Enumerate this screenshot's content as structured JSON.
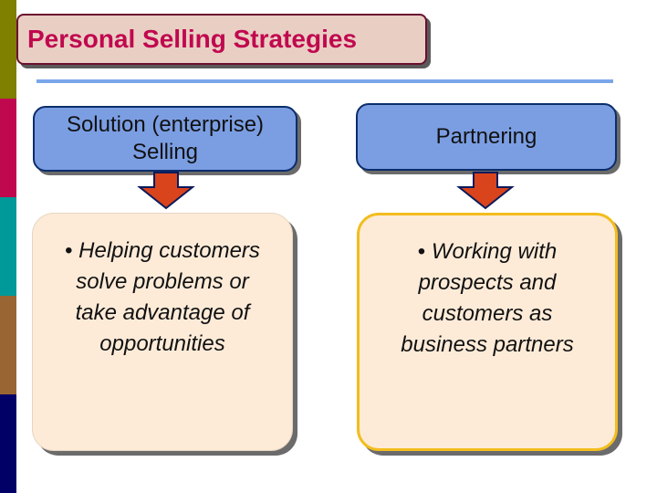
{
  "slide": {
    "title": "Personal Selling Strategies",
    "accent_stripes": [
      "#7f7f00",
      "#c0084f",
      "#009999",
      "#996633",
      "#000066"
    ],
    "title_color": "#c0084f",
    "rule_color": "#7aa6ea"
  },
  "left": {
    "header": "Solution (enterprise) Selling",
    "bullet": "•",
    "text": "Helping customers solve problems or take advantage of opportunities"
  },
  "right": {
    "header": "Partnering",
    "bullet": "•",
    "text": "Working with prospects and customers as business partners"
  }
}
